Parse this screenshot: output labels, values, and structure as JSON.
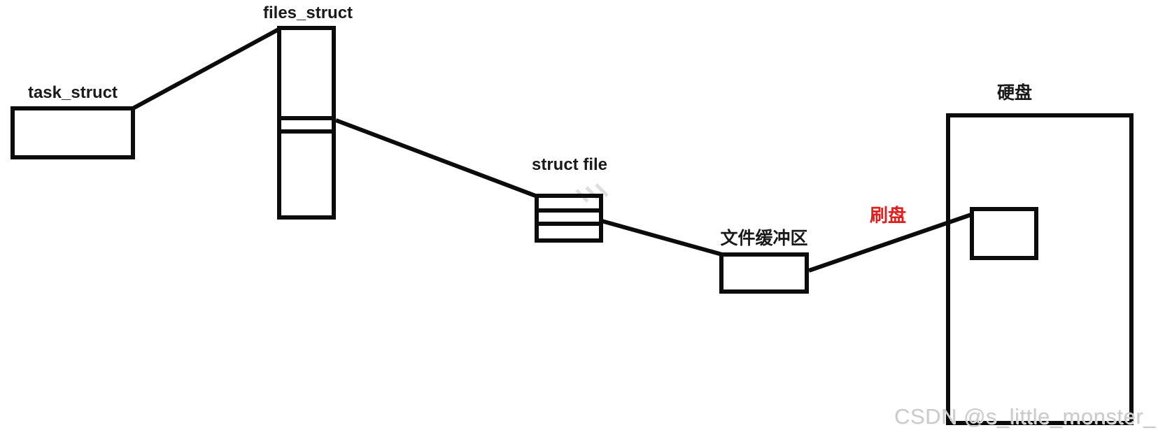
{
  "diagram": {
    "title_hint": "Linux file write path: process structures to disk",
    "labels": {
      "task_struct": "task_struct",
      "files_struct": "files_struct",
      "struct_file": "struct file",
      "file_buffer": "文件缓冲区",
      "flush": "刷盘",
      "disk": "硬盘"
    },
    "edges": [
      {
        "from": "task_struct",
        "to": "files_struct"
      },
      {
        "from": "files_struct",
        "to": "struct_file"
      },
      {
        "from": "struct_file",
        "to": "file_buffer"
      },
      {
        "from": "file_buffer",
        "to": "disk",
        "label": "刷盘"
      }
    ],
    "colors": {
      "line": "#0c0c0c",
      "flush_red": "#e01f1f",
      "background": "#ffffff",
      "watermark_gray": "#cbcbcb"
    }
  },
  "watermark": {
    "text": "CSDN @s_little_monster_"
  }
}
